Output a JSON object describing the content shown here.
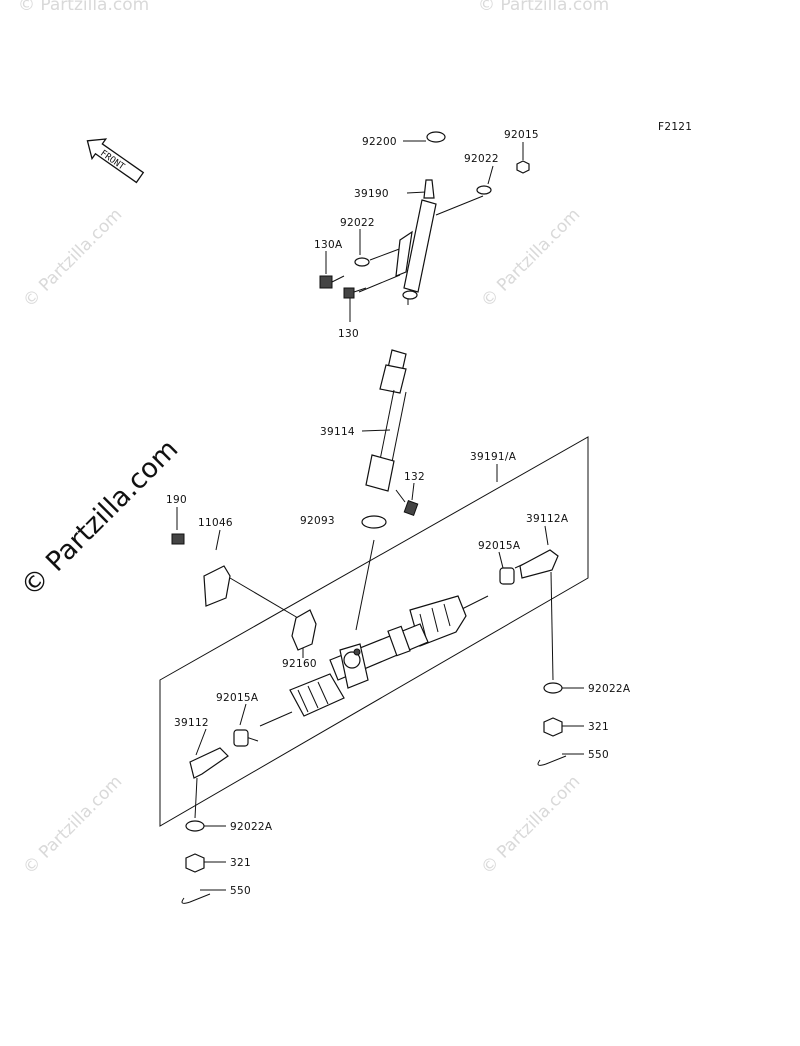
{
  "figure_code": "F2121",
  "front_arrow_text": "FRONT",
  "watermark": {
    "text": "© Partzilla.com",
    "side_text": "© Partzilla.com"
  },
  "callouts": {
    "c92200": "92200",
    "c92015": "92015",
    "c92022_top": "92022",
    "c39190": "39190",
    "c92022_left": "92022",
    "c130A": "130A",
    "c130": "130",
    "c39114": "39114",
    "c39191": "39191/A",
    "c132": "132",
    "c190": "190",
    "c11046": "11046",
    "c92093": "92093",
    "c39112A": "39112A",
    "c92015A_right": "92015A",
    "c92160": "92160",
    "c92022A_right": "92022A",
    "c92015A_left": "92015A",
    "c39112": "39112",
    "c321_right": "321",
    "c550_right": "550",
    "c92022A_left": "92022A",
    "c321_left": "321",
    "c550_left": "550"
  }
}
